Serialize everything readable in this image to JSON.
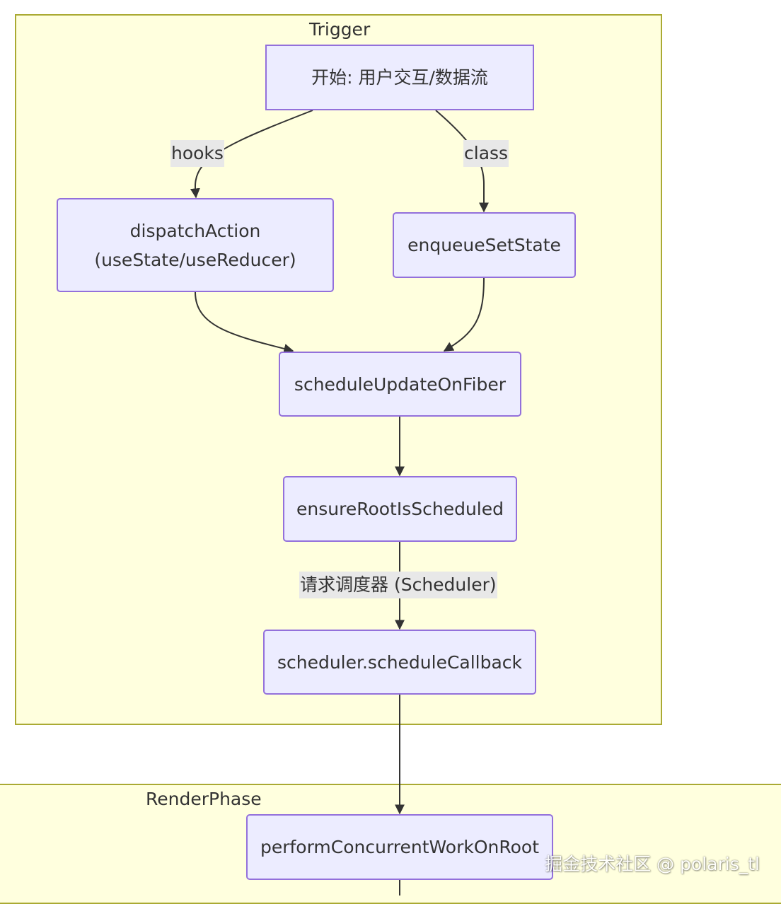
{
  "subgraphs": {
    "trigger": {
      "title": "Trigger"
    },
    "render_phase": {
      "title": "RenderPhase"
    }
  },
  "nodes": {
    "start": "开始: 用户交互/数据流",
    "dispatch_action": [
      "dispatchAction",
      "(useState/useReducer)"
    ],
    "enqueue_set_state": "enqueueSetState",
    "schedule_update_on_fiber": "scheduleUpdateOnFiber",
    "ensure_root_is_scheduled": "ensureRootIsScheduled",
    "scheduler_schedule_callback": "scheduler.scheduleCallback",
    "perform_concurrent_work_on_root": "performConcurrentWorkOnRoot"
  },
  "edge_labels": {
    "hooks": "hooks",
    "class": "class",
    "request_scheduler": "请求调度器 (Scheduler)"
  },
  "watermark": "掘金技术社区 @ polaris_tl",
  "colors": {
    "cluster_fill": "#ffffde",
    "cluster_stroke": "#aaaa33",
    "node_fill": "#ececff",
    "node_stroke": "#9370db",
    "edge": "#333333",
    "edge_label_bg": "#e8e8e8",
    "text": "#333333"
  }
}
